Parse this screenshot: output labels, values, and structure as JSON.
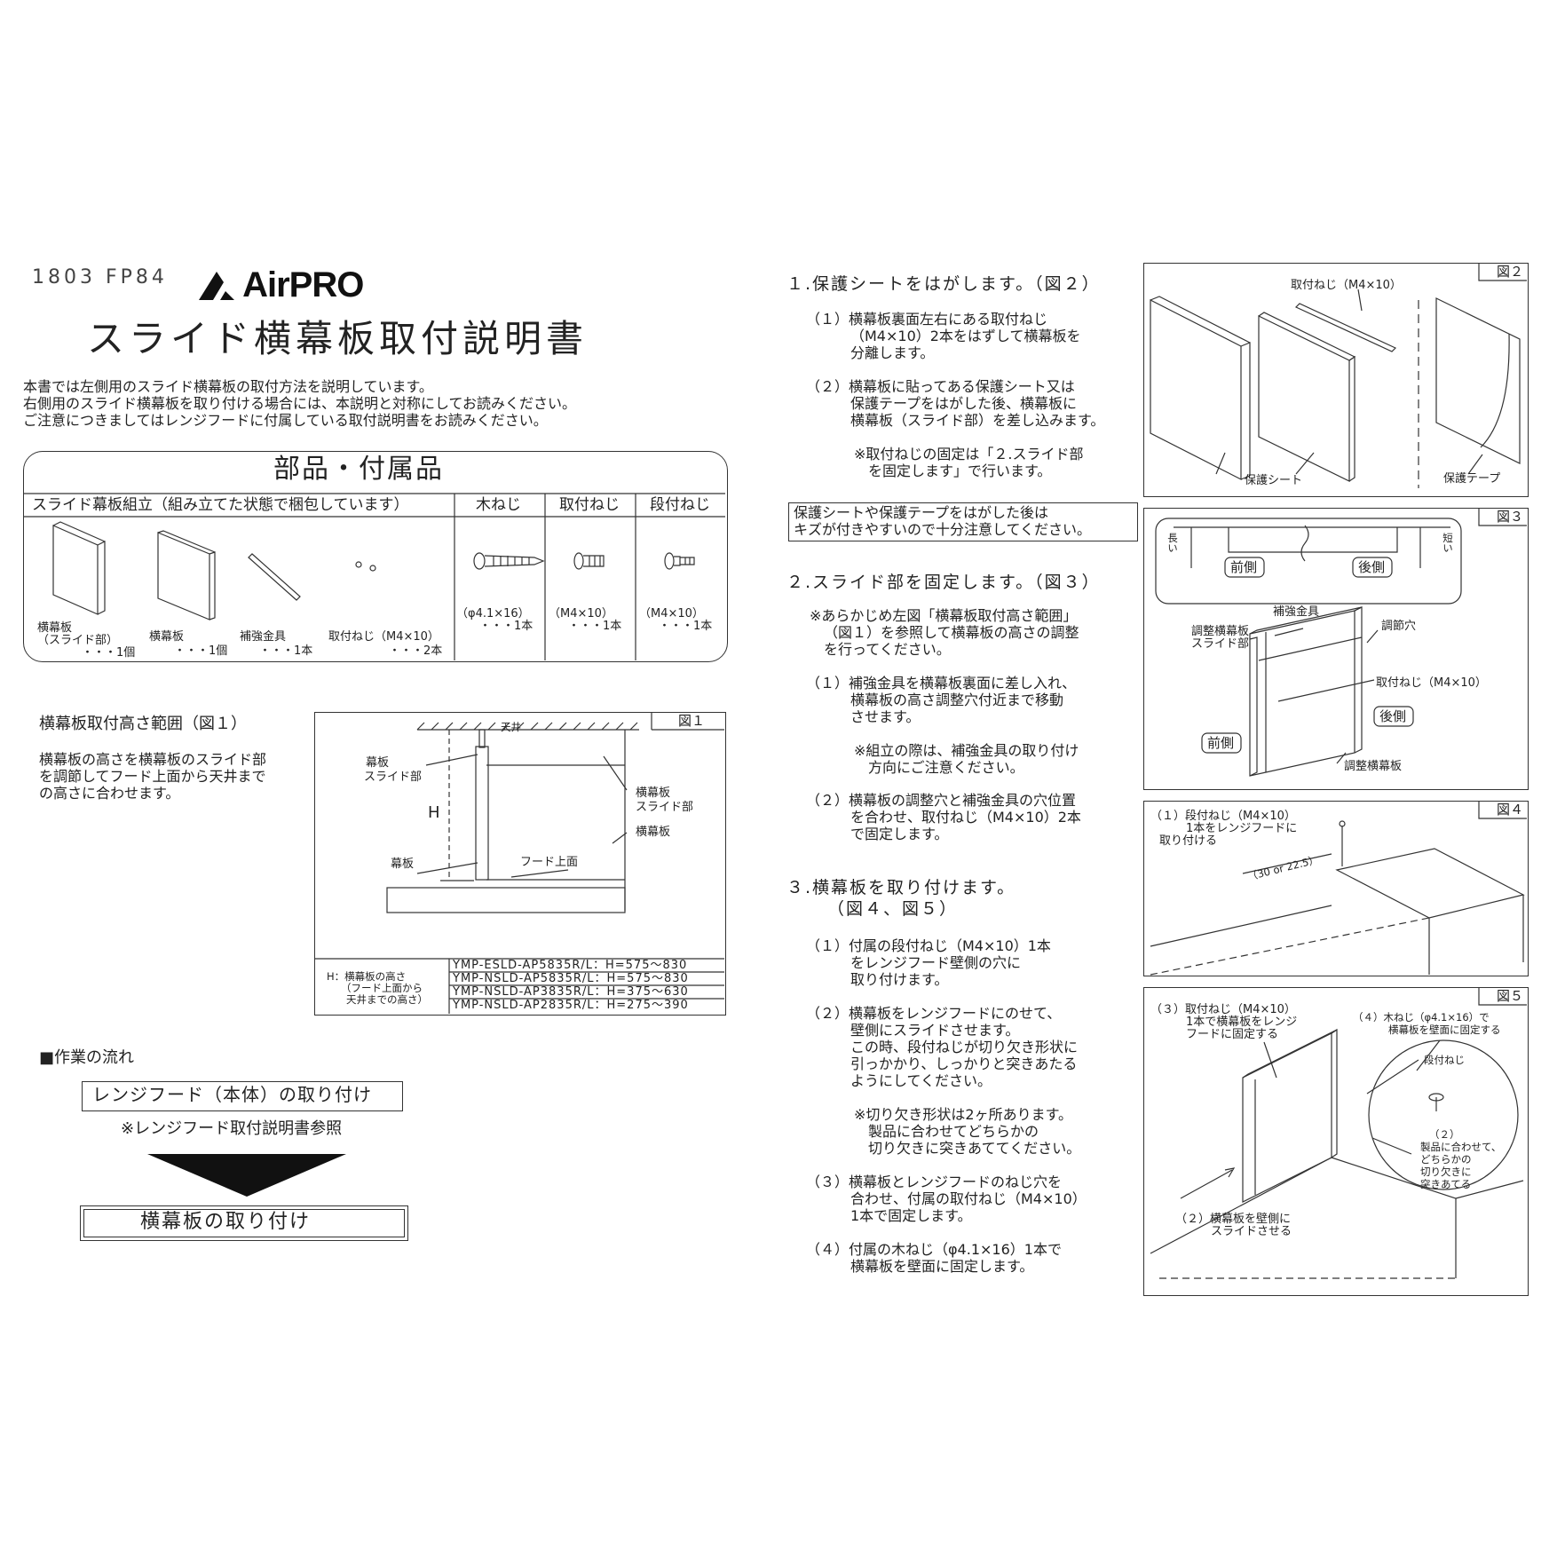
{
  "header": {
    "doc_code": "1803 FP84",
    "brand": "AirPRO",
    "title": "スライド横幕板取付説明書"
  },
  "intro": [
    "本書では左側用のスライド横幕板の取付方法を説明しています。",
    "右側用のスライド横幕板を取り付ける場合には、本説明と対称にしてお読みください。",
    "ご注意につきましてはレンジフードに付属している取付説明書をお読みください。"
  ],
  "parts": {
    "title": "部品・付属品",
    "col_assembly": "スライド幕板組立（組み立てた状態で梱包しています）",
    "col_wood_screw": "木ねじ",
    "col_mount_screw": "取付ねじ",
    "col_step_screw": "段付ねじ",
    "items": [
      {
        "name1": "横幕板",
        "name2": "（スライド部）",
        "qty": "・・・1個"
      },
      {
        "name1": "横幕板",
        "qty": "・・・1個"
      },
      {
        "name1": "補強金具",
        "qty": "・・・1本"
      },
      {
        "name1": "取付ねじ（M4×10）",
        "qty": "・・・2本"
      }
    ],
    "wood_screw_spec": "（φ4.1×16）",
    "wood_screw_qty": "・・・1本",
    "mount_screw_spec": "（M4×10）",
    "mount_screw_qty": "・・・1本",
    "step_screw_spec": "（M4×10）",
    "step_screw_qty": "・・・1本"
  },
  "range": {
    "heading": "横幕板取付高さ範囲（図１）",
    "text": [
      "横幕板の高さを横幕板のスライド部",
      "を調節してフード上面から天井まで",
      "の高さに合わせます。"
    ],
    "fig": "図１",
    "labels": {
      "ceiling": "天井",
      "makuita_slide1": "幕板",
      "makuita_slide2": "スライド部",
      "h": "H",
      "makuita": "幕板",
      "hood_top": "フード上面",
      "yoko_slide1": "横幕板",
      "yoko_slide2": "スライド部",
      "yoko": "横幕板"
    },
    "h_note": [
      "H：横幕板の高さ",
      "（フード上面から",
      "天井までの高さ）"
    ],
    "models": [
      "YMP-ESLD-AP5835R/L：H=575〜830",
      "YMP-NSLD-AP5835R/L：H=575〜830",
      "YMP-NSLD-AP3835R/L：H=375〜630",
      "YMP-NSLD-AP2835R/L：H=275〜390"
    ]
  },
  "flow": {
    "heading": "■作業の流れ",
    "step1": "レンジフード（本体）の取り付け",
    "note": "※レンジフード取付説明書参照",
    "step2": "横幕板の取り付け"
  },
  "step1": {
    "heading": "１.保護シートをはがします。（図２）",
    "sub1": [
      "（１）横幕板裏面左右にある取付ねじ",
      "（M4×10）2本をはずして横幕板を",
      "分離します。"
    ],
    "sub2": [
      "（２）横幕板に貼ってある保護シート又は",
      "保護テープをはがした後、横幕板に",
      "横幕板（スライド部）を差し込みます。"
    ],
    "note": [
      "※取付ねじの固定は「２.スライド部",
      "を固定します」で行います。"
    ],
    "warning": [
      "保護シートや保護テープをはがした後は",
      "キズが付きやすいので十分注意してください。"
    ]
  },
  "step2": {
    "heading": "２.スライド部を固定します。（図３）",
    "pre": [
      "※あらかじめ左図「横幕板取付高さ範囲」",
      "（図１）を参照して横幕板の高さの調整",
      "を行ってください。"
    ],
    "sub1": [
      "（１）補強金具を横幕板裏面に差し入れ、",
      "横幕板の高さ調整穴付近まで移動",
      "させます。"
    ],
    "note": [
      "※組立の際は、補強金具の取り付け",
      "方向にご注意ください。"
    ],
    "sub2": [
      "（２）横幕板の調整穴と補強金具の穴位置",
      "を合わせ、取付ねじ（M4×10）2本",
      "で固定します。"
    ]
  },
  "step3": {
    "heading1": "３.横幕板を取り付けます。",
    "heading2": "（図４、図５）",
    "sub1": [
      "（１）付属の段付ねじ（M4×10）1本",
      "をレンジフード壁側の穴に",
      "取り付けます。"
    ],
    "sub2": [
      "（２）横幕板をレンジフードにのせて、",
      "壁側にスライドさせます。",
      "この時、段付ねじが切り欠き形状に",
      "引っかかり、しっかりと突きあたる",
      "ようにしてください。"
    ],
    "note": [
      "※切り欠き形状は2ヶ所あります。",
      "製品に合わせてどちらかの",
      "切り欠きに突きあててください。"
    ],
    "sub3": [
      "（３）横幕板とレンジフードのねじ穴を",
      "合わせ、付属の取付ねじ（M4×10）",
      "1本で固定します。"
    ],
    "sub4": [
      "（４）付属の木ねじ（φ4.1×16）1本で",
      "横幕板を壁面に固定します。"
    ]
  },
  "fig2": {
    "label": "図２",
    "screw": "取付ねじ（M4×10）",
    "sheet": "保護シート",
    "tape": "保護テープ"
  },
  "fig3": {
    "label": "図３",
    "long": "長い",
    "short": "短い",
    "front": "前側",
    "back": "後側",
    "reinforce": "補強金具",
    "adj1": "調整横幕板",
    "adj2": "スライド部",
    "hole": "調節穴",
    "screw": "取付ねじ（M4×10）",
    "back2": "後側",
    "front2": "前側",
    "adj_panel": "調整横幕板"
  },
  "fig4": {
    "label": "図４",
    "text": [
      "（１）段付ねじ（M4×10）",
      "1本をレンジフードに",
      "取り付ける"
    ],
    "dim": "（30 or 22.5）"
  },
  "fig5": {
    "label": "図５",
    "t3": [
      "（３）取付ねじ（M4×10）",
      "1本で横幕板をレンジ",
      "フードに固定する"
    ],
    "t4": [
      "（４）木ねじ（φ4.1×16）で",
      "横幕板を壁面に固定する"
    ],
    "step_screw": "段付ねじ",
    "t2c": [
      "（２）",
      "製品に合わせて、",
      "どちらかの",
      "切り欠きに",
      "突きあてる"
    ],
    "t2": [
      "（２）横幕板を壁側に",
      "スライドさせる"
    ]
  }
}
